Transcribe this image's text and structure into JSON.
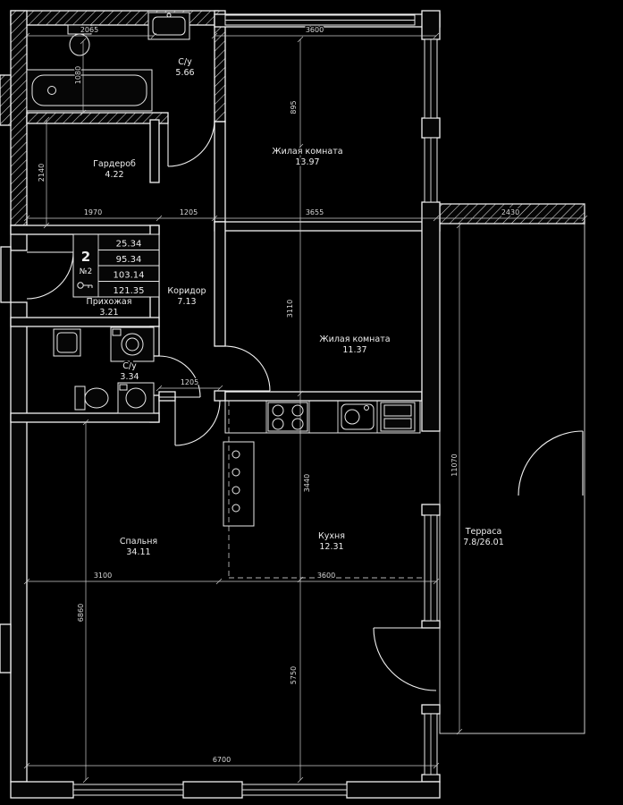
{
  "info_box": {
    "rooms_count": "2",
    "unit": "№2",
    "areas": [
      "25.34",
      "95.34",
      "103.14",
      "121.35"
    ]
  },
  "rooms": {
    "bathroom_top": {
      "name": "С/у",
      "area": "5.66"
    },
    "wardrobe": {
      "name": "Гардероб",
      "area": "4.22"
    },
    "living_room_1": {
      "name": "Жилая комната",
      "area": "13.97"
    },
    "hallway": {
      "name": "Прихожая",
      "area": "3.21"
    },
    "corridor": {
      "name": "Коридор",
      "area": "7.13"
    },
    "living_room_2": {
      "name": "Жилая комната",
      "area": "11.37"
    },
    "bathroom_bottom": {
      "name": "С/у",
      "area": "3.34"
    },
    "bedroom": {
      "name": "Спальня",
      "area": "34.11"
    },
    "kitchen": {
      "name": "Кухня",
      "area": "12.31"
    },
    "terrace": {
      "name": "Терраса",
      "area": "7.8/26.01"
    }
  },
  "dimensions": {
    "top_bath": "2065",
    "top_living": "3600",
    "bath_height": "1080",
    "chain_upper": "895",
    "wardrobe_height": "2140",
    "row_wardrobe": "1970",
    "row_passage": "1205",
    "row_living": "3655",
    "row_terrace": "2430",
    "chain_living2": "3110",
    "corridor_width": "1205",
    "chain_kitchen": "3440",
    "terrace_height": "11070",
    "bottom_bedroom": "3100",
    "bottom_kitchen": "3600",
    "left_lower": "6860",
    "chain_lower": "5750",
    "bottom_total": "6700"
  },
  "colors": {
    "background": "#000000",
    "line": "#f2f2f2"
  }
}
